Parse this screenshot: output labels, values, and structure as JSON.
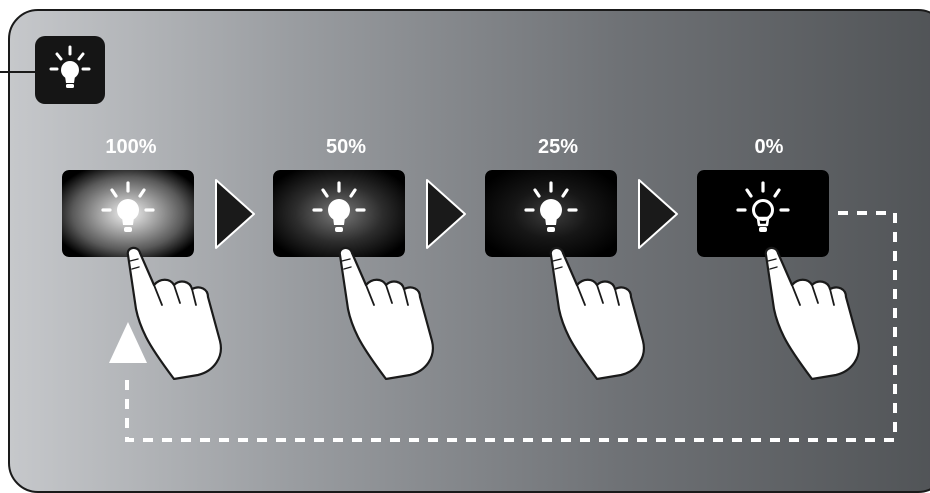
{
  "steps": [
    {
      "label": "100%",
      "brightness": 1.0
    },
    {
      "label": "50%",
      "brightness": 0.5
    },
    {
      "label": "25%",
      "brightness": 0.25
    },
    {
      "label": "0%",
      "brightness": 0.0
    }
  ],
  "colors": {
    "badge": "#151515",
    "button": "#000000",
    "glow": "#ffffff",
    "arrow": "#1a1a1a",
    "dashed_loop": "#ffffff"
  },
  "icons": [
    "light-bulb-icon",
    "right-arrow-icon",
    "pointing-hand-icon",
    "up-arrow-icon"
  ]
}
